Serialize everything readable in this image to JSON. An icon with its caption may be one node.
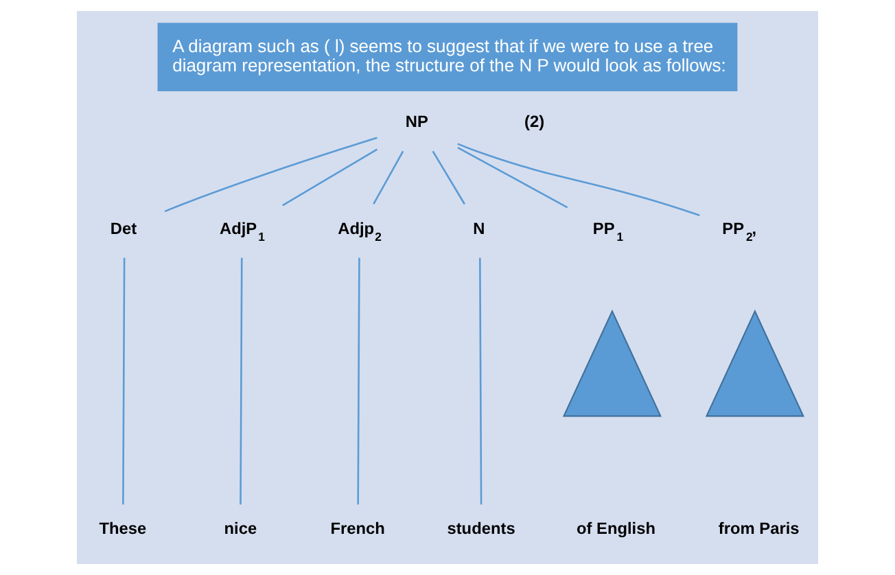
{
  "diagram": {
    "title": "A diagram such as ( l) seems to suggest that if we were to use a tree diagram representation, the structure of the N P would look as follows:",
    "nodes": [
      {
        "text": [
          "NP"
        ]
      },
      {
        "text": [
          "Det"
        ]
      },
      {
        "text": [
          "AdjP$_{1}$"
        ]
      },
      {
        "text": [
          "Adjp$_{2}$"
        ]
      },
      {
        "text": [
          "N"
        ]
      },
      {
        "text": [
          "PP$_{1}$"
        ]
      },
      {
        "text": [
          "PP$_{2}$,"
        ]
      },
      {
        "text": [],
        "shape": "triangle"
      },
      {
        "text": [],
        "shape": "triangle"
      },
      {
        "text": [
          "These"
        ]
      },
      {
        "text": [
          "nice"
        ]
      },
      {
        "text": [
          "French"
        ]
      },
      {
        "text": [
          "students"
        ]
      },
      {
        "text": [
          "of English"
        ]
      },
      {
        "text": [
          "from Paris"
        ]
      }
    ],
    "edges": [
      {
        "from": 0,
        "to": 1,
        "arrow": "none"
      },
      {
        "from": 0,
        "to": 2,
        "arrow": "none"
      },
      {
        "from": 0,
        "to": 3,
        "arrow": "none"
      },
      {
        "from": 0,
        "to": 4,
        "arrow": "none"
      },
      {
        "from": 0,
        "to": 5,
        "arrow": "none"
      },
      {
        "from": 0,
        "to": 6,
        "arrow": "none"
      },
      {
        "from": 1,
        "to": 9,
        "arrow": "none"
      },
      {
        "from": 2,
        "to": 10,
        "arrow": "none"
      },
      {
        "from": 3,
        "to": 11,
        "arrow": "none"
      },
      {
        "from": 4,
        "to": 12,
        "arrow": "none"
      }
    ],
    "labels": [
      "(2)"
    ]
  }
}
